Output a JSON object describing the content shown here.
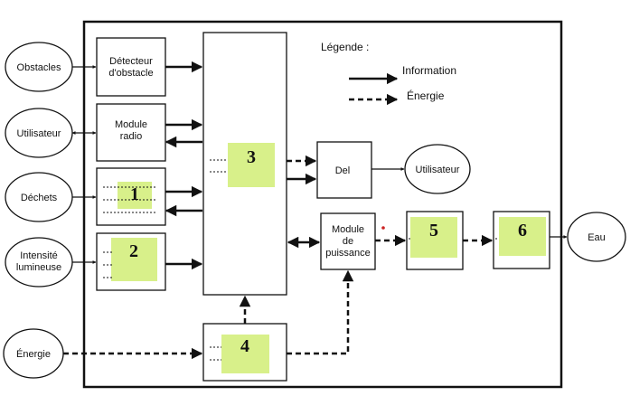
{
  "legend": {
    "title": "Légende :",
    "information": "Information",
    "energie": "Énergie"
  },
  "external": {
    "obstacles": "Obstacles",
    "utilisateur_left": "Utilisateur",
    "dechets": "Déchets",
    "intensite_line1": "Intensité",
    "intensite_line2": "lumineuse",
    "energie": "Énergie",
    "utilisateur_right": "Utilisateur",
    "eau": "Eau"
  },
  "blocks": {
    "detecteur_line1": "Détecteur",
    "detecteur_line2": "d'obstacle",
    "module_radio_line1": "Module",
    "module_radio_line2": "radio",
    "del": "Del",
    "module_puissance_line1": "Module",
    "module_puissance_line2": "de",
    "module_puissance_line3": "puissance"
  },
  "numbers": {
    "n1": "1",
    "n2": "2",
    "n3": "3",
    "n4": "4",
    "n5": "5",
    "n6": "6"
  },
  "colors": {
    "highlight": "#d8f08a",
    "stroke": "#111111",
    "dot_red": "#cc2222"
  }
}
